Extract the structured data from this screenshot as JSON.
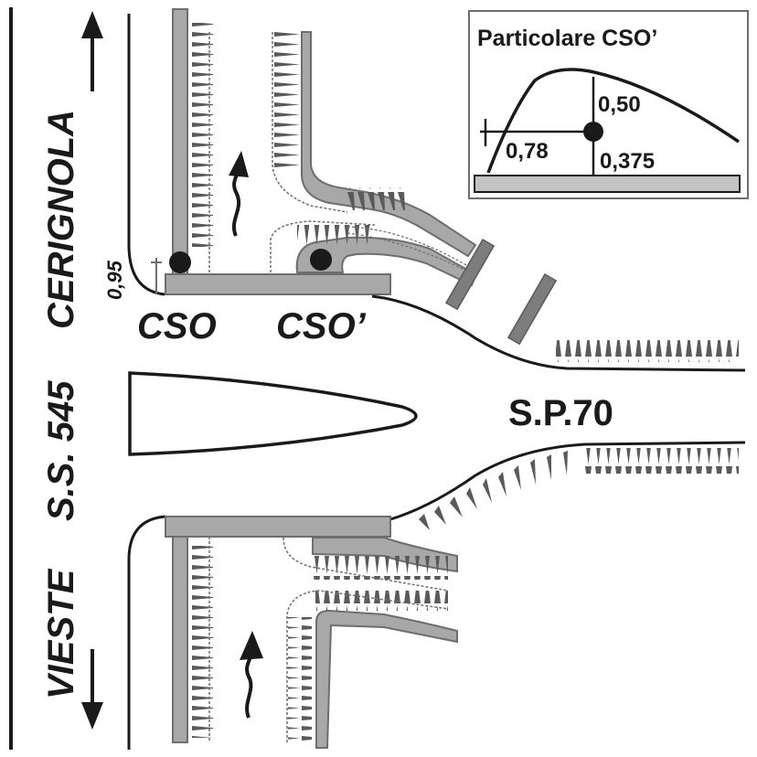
{
  "labels": {
    "cerignola": "CERIGNOLA",
    "ss545": "S.S. 545",
    "vieste": "VIESTE",
    "sp70": "S.P.70",
    "cso": "CSO",
    "cso_prime": "CSO’",
    "dim_095": "0,95"
  },
  "inset": {
    "title": "Particolare CSO’",
    "val_050": "0,50",
    "val_078": "0,78",
    "val_0375": "0,375"
  },
  "colors": {
    "ink": "#1a1a1a",
    "curb_fill": "#a8a8a8",
    "curb_stroke": "#6e6e6e",
    "hatch": "#5a5a5a",
    "bar_dark": "#7d7d7d"
  },
  "icons": {
    "north_arrow": "arrow-up",
    "south_arrow": "arrow-down",
    "flow_arrow": "wavy-arrow-up"
  }
}
